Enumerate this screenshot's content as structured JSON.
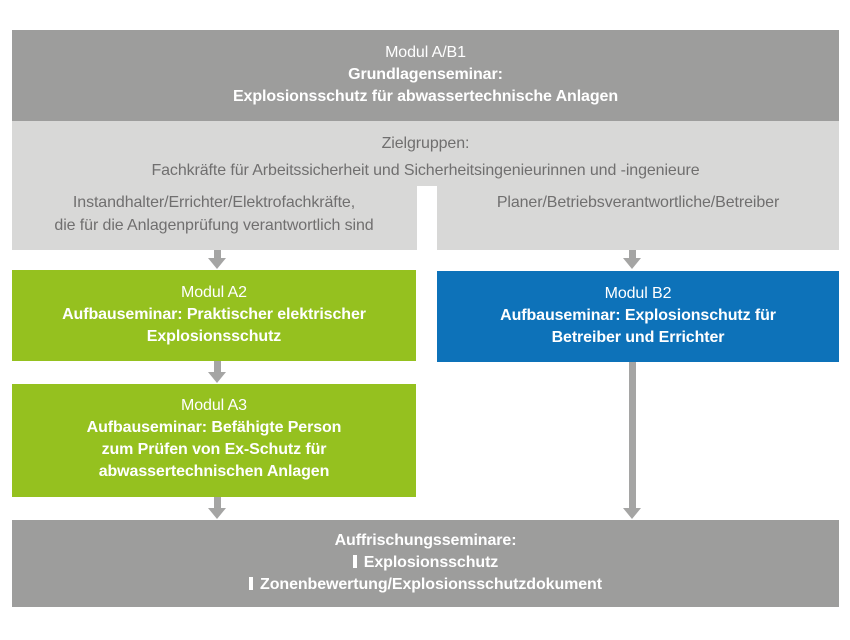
{
  "colors": {
    "dark_gray_box": "#9d9d9c",
    "light_gray_box": "#d8d8d7",
    "green_box": "#95c11f",
    "blue_box": "#0d72b9",
    "arrow_gray": "#a5a5a4",
    "gray_text": "#706f6f",
    "white_text": "#ffffff"
  },
  "top_module": {
    "title": "Modul A/B1",
    "subtitle": [
      "Grundlagenseminar:",
      "Explosionsschutz für abwassertechnische Anlagen"
    ]
  },
  "target_groups": {
    "heading": "Zielgruppen:",
    "common": "Fachkräfte für Arbeitssicherheit und Sicherheitsingenieurinnen und -ingenieure",
    "left": [
      "Instandhalter/Errichter/Elektrofachkräfte,",
      "die für die Anlagenprüfung verantwortlich sind"
    ],
    "right": "Planer/Betriebsverantwortliche/Betreiber"
  },
  "module_a2": {
    "title": "Modul A2",
    "subtitle": [
      "Aufbauseminar: Praktischer elektrischer",
      "Explosionsschutz"
    ]
  },
  "module_b2": {
    "title": "Modul B2",
    "subtitle": [
      "Aufbauseminar: Explosionschutz für",
      "Betreiber und Errichter"
    ]
  },
  "module_a3": {
    "title": "Modul A3",
    "subtitle": [
      "Aufbauseminar: Befähigte Person",
      "zum Prüfen von Ex-Schutz für",
      "abwassertechnischen Anlagen"
    ]
  },
  "refresher": {
    "heading": "Auffrischungsseminare:",
    "items": [
      "Explosionsschutz",
      "Zonenbewertung/Explosionsschutzdokument"
    ]
  }
}
